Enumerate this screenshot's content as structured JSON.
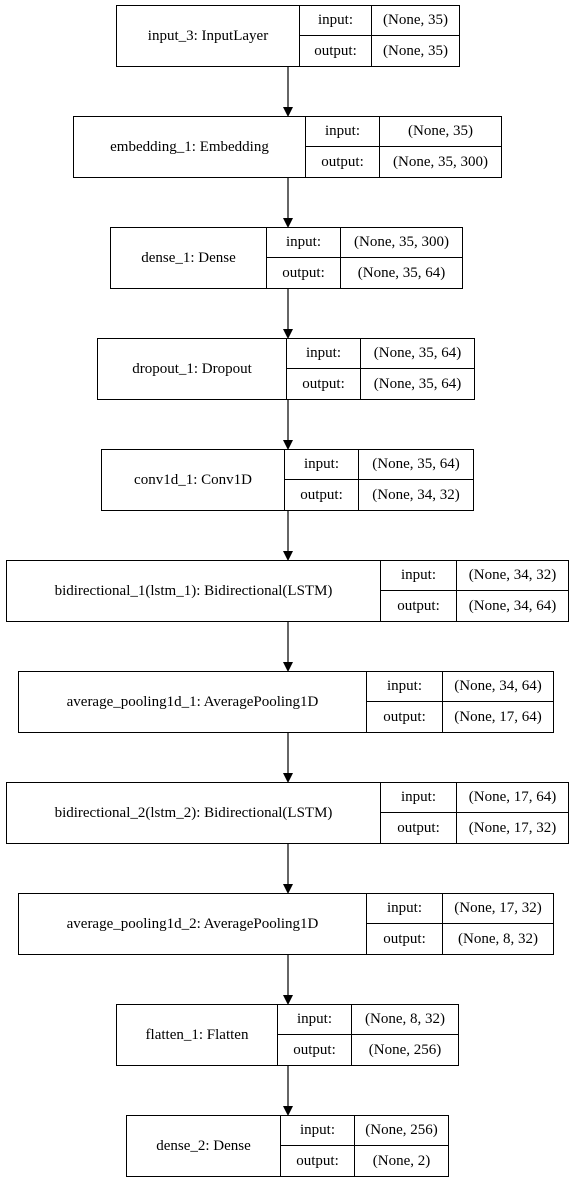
{
  "diagram": {
    "type": "keras-model-plot",
    "colors": {
      "stroke": "#000000",
      "background": "#ffffff"
    },
    "layers": [
      {
        "label": "input_3: InputLayer",
        "input_key": "input:",
        "output_key": "output:",
        "input_val": "(None, 35)",
        "output_val": "(None, 35)"
      },
      {
        "label": "embedding_1: Embedding",
        "input_key": "input:",
        "output_key": "output:",
        "input_val": "(None, 35)",
        "output_val": "(None, 35, 300)"
      },
      {
        "label": "dense_1: Dense",
        "input_key": "input:",
        "output_key": "output:",
        "input_val": "(None, 35, 300)",
        "output_val": "(None, 35, 64)"
      },
      {
        "label": "dropout_1: Dropout",
        "input_key": "input:",
        "output_key": "output:",
        "input_val": "(None, 35, 64)",
        "output_val": "(None, 35, 64)"
      },
      {
        "label": "conv1d_1: Conv1D",
        "input_key": "input:",
        "output_key": "output:",
        "input_val": "(None, 35, 64)",
        "output_val": "(None, 34, 32)"
      },
      {
        "label": "bidirectional_1(lstm_1): Bidirectional(LSTM)",
        "input_key": "input:",
        "output_key": "output:",
        "input_val": "(None, 34, 32)",
        "output_val": "(None, 34, 64)"
      },
      {
        "label": "average_pooling1d_1: AveragePooling1D",
        "input_key": "input:",
        "output_key": "output:",
        "input_val": "(None, 34, 64)",
        "output_val": "(None, 17, 64)"
      },
      {
        "label": "bidirectional_2(lstm_2): Bidirectional(LSTM)",
        "input_key": "input:",
        "output_key": "output:",
        "input_val": "(None, 17, 64)",
        "output_val": "(None, 17, 32)"
      },
      {
        "label": "average_pooling1d_2: AveragePooling1D",
        "input_key": "input:",
        "output_key": "output:",
        "input_val": "(None, 17, 32)",
        "output_val": "(None, 8, 32)"
      },
      {
        "label": "flatten_1: Flatten",
        "input_key": "input:",
        "output_key": "output:",
        "input_val": "(None, 8, 32)",
        "output_val": "(None, 256)"
      },
      {
        "label": "dense_2: Dense",
        "input_key": "input:",
        "output_key": "output:",
        "input_val": "(None, 256)",
        "output_val": "(None, 2)"
      }
    ]
  }
}
